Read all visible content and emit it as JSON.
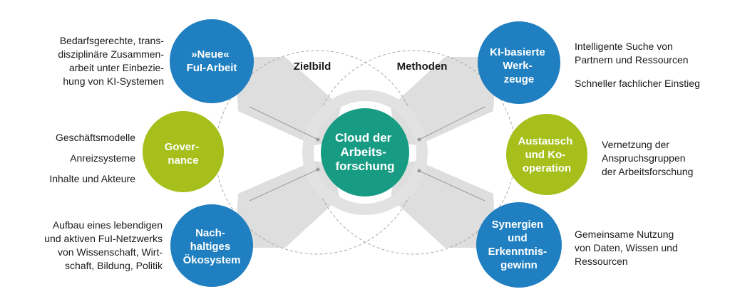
{
  "colors": {
    "blue": "#1f7fc0",
    "green": "#a6bf1a",
    "teal": "#179c83",
    "band": "#dedede",
    "ring": "#e2e2e2",
    "dashed": "#a8a8a8",
    "connector": "#9b9b9b"
  },
  "headings": {
    "left": "Zielbild",
    "right": "Methoden"
  },
  "center": {
    "lines": [
      "Cloud der",
      "Arbeits-",
      "forschung"
    ]
  },
  "nodes": {
    "neue_fui_arbeit": {
      "lines": [
        "»Neue«",
        "FuI-Arbeit"
      ]
    },
    "governance": {
      "lines": [
        "Gover-",
        "nance"
      ]
    },
    "nachhaltiges_oekosystem": {
      "lines": [
        "Nach-",
        "haltiges",
        "Ökosystem"
      ]
    },
    "ki_werkzeuge": {
      "lines": [
        "KI-basierte",
        "Werk-",
        "zeuge"
      ]
    },
    "austausch": {
      "lines": [
        "Austausch",
        "und Ko-",
        "operation"
      ]
    },
    "synergien": {
      "lines": [
        "Synergien",
        "und",
        "Erkenntnis-",
        "gewinn"
      ]
    }
  },
  "texts": {
    "left_top": [
      "Bedarfsgerechte, trans-",
      "disziplinäre Zusammen-",
      "arbeit unter Einbezie-",
      "hung von KI-Systemen"
    ],
    "left_middle": [
      "Geschäftsmodelle",
      "Anreizsysteme",
      "Inhalte und Akteure"
    ],
    "left_bottom": [
      "Aufbau eines lebendigen",
      "und aktiven FuI-Netzwerks",
      "von Wissenschaft, Wirt-",
      "schaft, Bildung, Politik"
    ],
    "right_top_a": [
      "Intelligente Suche von",
      "Partnern und Ressourcen"
    ],
    "right_top_b": [
      "Schneller fachlicher Einstieg"
    ],
    "right_middle": [
      "Vernetzung der",
      "Anspruchsgruppen",
      "der Arbeitsforschung"
    ],
    "right_bottom": [
      "Gemeinsame Nutzung",
      "von Daten, Wissen und",
      "Ressourcen"
    ]
  }
}
